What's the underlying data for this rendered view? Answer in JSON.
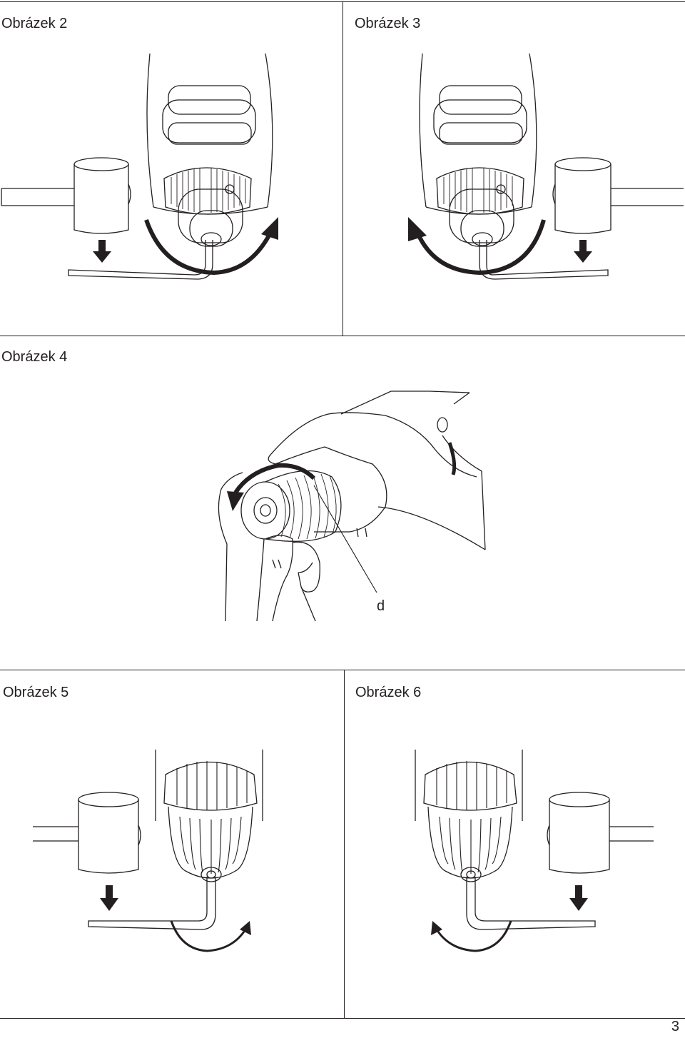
{
  "figures": {
    "fig2": {
      "caption": "Obrázek 2"
    },
    "fig3": {
      "caption": "Obrázek 3"
    },
    "fig4": {
      "caption": "Obrázek 4",
      "callout": "d"
    },
    "fig5": {
      "caption": "Obrázek 5"
    },
    "fig6": {
      "caption": "Obrázek 6"
    }
  },
  "page_number": "3",
  "colors": {
    "ink": "#231f20",
    "paper": "#ffffff"
  }
}
